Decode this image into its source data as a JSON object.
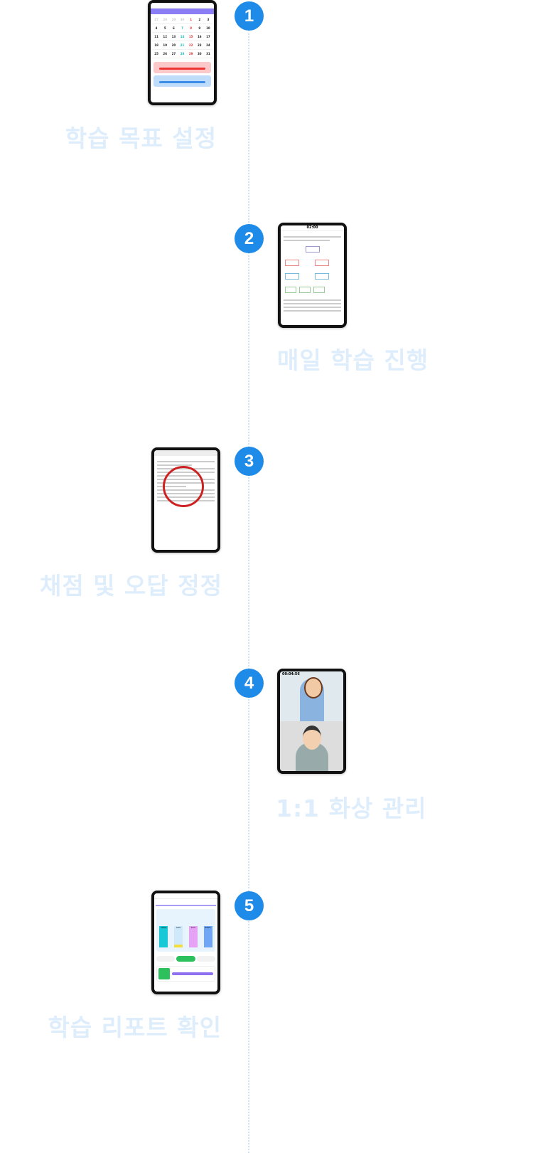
{
  "steps": [
    {
      "number": "1",
      "title": "학습 목표 설정"
    },
    {
      "number": "2",
      "title": "매일 학습 진행"
    },
    {
      "number": "3",
      "title": "채점 및 오답 정정"
    },
    {
      "number": "4",
      "title": "1:1 화상 관리"
    },
    {
      "number": "5",
      "title": "학습 리포트 확인"
    }
  ],
  "screens": {
    "calendar_days": [
      "27",
      "28",
      "29",
      "30",
      "1",
      "2",
      "3",
      "4",
      "5",
      "6",
      "7",
      "8",
      "9",
      "10",
      "11",
      "12",
      "13",
      "14",
      "15",
      "16",
      "17",
      "18",
      "19",
      "20",
      "21",
      "22",
      "23",
      "24",
      "25",
      "26",
      "27",
      "28",
      "29",
      "30",
      "31"
    ],
    "timer": "02:00",
    "video_time": "00:04:56",
    "report_values": [
      "100%",
      "30%",
      "70%",
      "300%"
    ]
  },
  "colors": {
    "accent": "#1f8be8",
    "title": "#deedfb",
    "line": "#cfe3f7"
  }
}
